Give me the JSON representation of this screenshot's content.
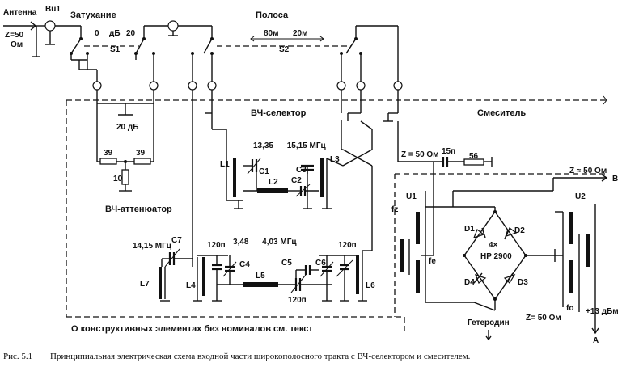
{
  "labels": {
    "antenna": "Антенна",
    "z_in": "Z=50",
    "ohm": "Ом",
    "bu1": "Bu1",
    "attenuation": "Затухание",
    "att_zero": "0",
    "att_db": "дБ",
    "att_twenty": "20",
    "s1": "S1",
    "band": "Полоса",
    "band_80": "80м",
    "band_20": "20м",
    "s2": "S2",
    "hf_selector": "ВЧ-селектор",
    "mixer": "Смеситель",
    "att_20db": "20 дБ",
    "r39a": "39",
    "r39b": "39",
    "r10": "10",
    "hf_attenuator": "ВЧ-аттенюатор",
    "freq_high": "13,35      15,15 МГц",
    "l1": "L1",
    "c1": "C1",
    "l2": "L2",
    "c2": "C2",
    "c3": "C3",
    "l3": "L3",
    "z50_mix": "Z = 50 Ом",
    "c15p": "15п",
    "r56": "56",
    "z50_b": "Z ≈ 50 Ом",
    "port_b": "B",
    "u1": "U1",
    "u2": "U2",
    "fz": "fz",
    "fe": "fe",
    "fo": "fo",
    "d1": "D1",
    "d2": "D2",
    "d3": "D3",
    "d4": "D4",
    "diodes_qty": "4×",
    "diodes_type": "HP 2900",
    "freq_low": "3,48      4,03 МГц",
    "c7_val": "14,15 МГц",
    "c7": "C7",
    "l7": "L7",
    "l4": "L4",
    "c120a": "120п",
    "c4": "C4",
    "l5": "L5",
    "c5": "C5",
    "c120c": "120п",
    "c6": "C6",
    "c120b": "120п",
    "l6": "L6",
    "note": "О конструктивных элементах без номиналов см. текст",
    "lo": "Гетеродин",
    "z50_a": "Z= 50 Ом",
    "plus13": "+13 дБм",
    "port_a": "А"
  },
  "caption": {
    "figure": "Рис. 5.1",
    "text": "Принципиальная электрическая схема входной части широкополосного тракта с ВЧ-селектором и смесителем."
  }
}
